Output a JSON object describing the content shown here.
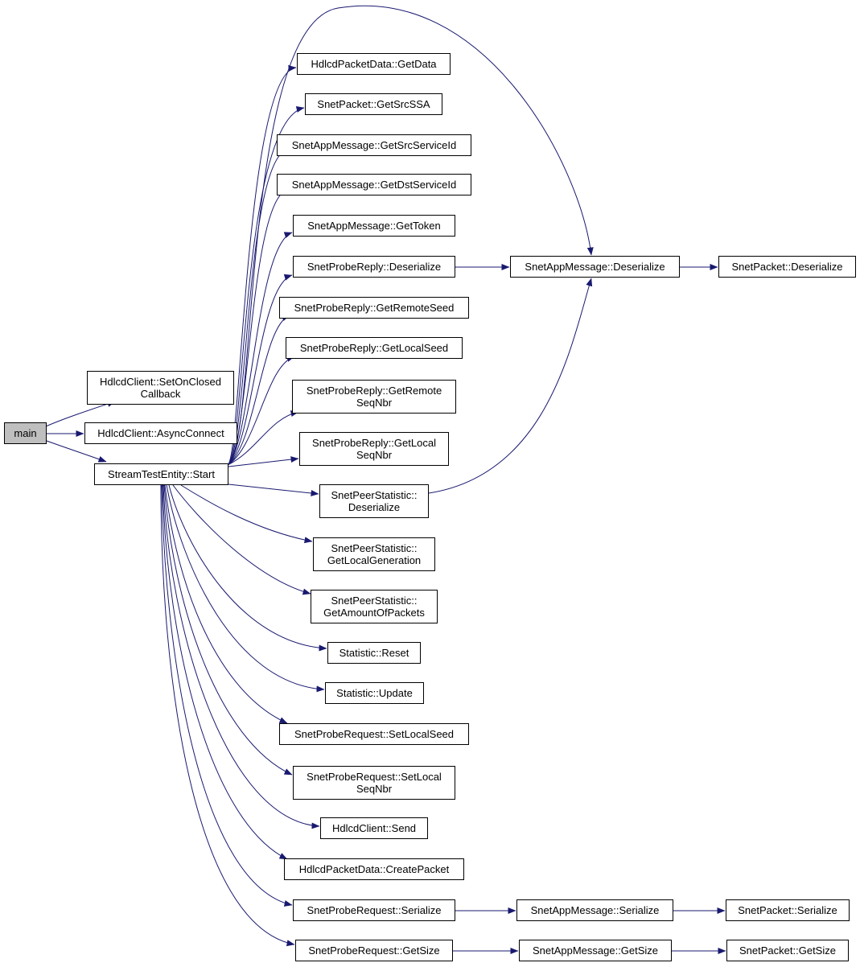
{
  "colors": {
    "edge": "#191970",
    "node_border": "#000000",
    "current_node_fill": "#bfbfbf"
  },
  "nodes": {
    "main": [
      "main"
    ],
    "setonclosed": [
      "HdlcdClient::SetOnClosed",
      "Callback"
    ],
    "asyncconnect": [
      "HdlcdClient::AsyncConnect"
    ],
    "start": [
      "StreamTestEntity::Start"
    ],
    "hpd_getdata": [
      "HdlcdPacketData::GetData"
    ],
    "sp_getsrcssa": [
      "SnetPacket::GetSrcSSA"
    ],
    "sam_getsrcserviceid": [
      "SnetAppMessage::GetSrcServiceId"
    ],
    "sam_getdstserviceid": [
      "SnetAppMessage::GetDstServiceId"
    ],
    "sam_gettoken": [
      "SnetAppMessage::GetToken"
    ],
    "spr_deserialize": [
      "SnetProbeReply::Deserialize"
    ],
    "spr_getremoteseed": [
      "SnetProbeReply::GetRemoteSeed"
    ],
    "spr_getlocalseed": [
      "SnetProbeReply::GetLocalSeed"
    ],
    "spr_getremoteseqnbr": [
      "SnetProbeReply::GetRemote",
      "SeqNbr"
    ],
    "spr_getlocalseqnbr": [
      "SnetProbeReply::GetLocal",
      "SeqNbr"
    ],
    "sps_deserialize": [
      "SnetPeerStatistic::",
      "Deserialize"
    ],
    "sps_getlocalgeneration": [
      "SnetPeerStatistic::",
      "GetLocalGeneration"
    ],
    "sps_getamountofpackets": [
      "SnetPeerStatistic::",
      "GetAmountOfPackets"
    ],
    "stat_reset": [
      "Statistic::Reset"
    ],
    "stat_update": [
      "Statistic::Update"
    ],
    "sprq_setlocalseed": [
      "SnetProbeRequest::SetLocalSeed"
    ],
    "sprq_setlocalseqnbr": [
      "SnetProbeRequest::SetLocal",
      "SeqNbr"
    ],
    "hc_send": [
      "HdlcdClient::Send"
    ],
    "hpd_createpacket": [
      "HdlcdPacketData::CreatePacket"
    ],
    "sprq_serialize": [
      "SnetProbeRequest::Serialize"
    ],
    "sprq_getsize": [
      "SnetProbeRequest::GetSize"
    ],
    "sam_deserialize": [
      "SnetAppMessage::Deserialize"
    ],
    "sp_deserialize": [
      "SnetPacket::Deserialize"
    ],
    "sam_serialize": [
      "SnetAppMessage::Serialize"
    ],
    "sp_serialize": [
      "SnetPacket::Serialize"
    ],
    "sam_getsize": [
      "SnetAppMessage::GetSize"
    ],
    "sp_getsize": [
      "SnetPacket::GetSize"
    ]
  }
}
